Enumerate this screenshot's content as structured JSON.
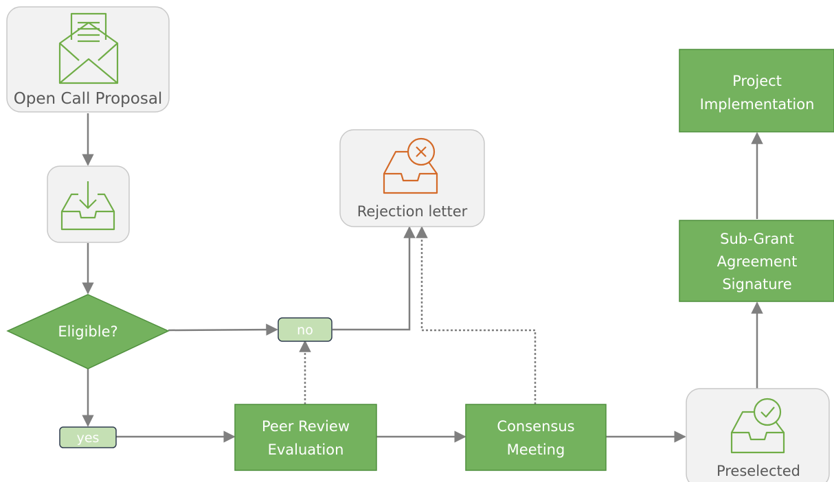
{
  "nodes": {
    "open_call": "Open Call Proposal",
    "eligible": "Eligible?",
    "no": "no",
    "yes": "yes",
    "rejection": "Rejection letter",
    "peer_review": [
      "Peer Review",
      "Evaluation"
    ],
    "consensus": [
      "Consensus",
      "Meeting"
    ],
    "preselected": "Preselected",
    "sub_grant": [
      "Sub-Grant",
      "Agreement",
      "Signature"
    ],
    "project": [
      "Project",
      "Implementation"
    ]
  },
  "icons": {
    "open_call": "envelope-letter-icon",
    "submission": "inbox-download-icon",
    "rejection": "inbox-rejected-icon",
    "preselected": "inbox-approved-icon"
  },
  "colors": {
    "green_fill": "#74b25e",
    "green_stroke": "#4f8f3d",
    "light_green": "#c5e0b4",
    "gray_box": "#f2f2f2",
    "gray_stroke": "#c8c8c8",
    "arrow": "#7f7f7f",
    "icon_green": "#70ad47",
    "icon_orange": "#d46a28",
    "label_gray": "#595959",
    "white": "#ffffff"
  }
}
